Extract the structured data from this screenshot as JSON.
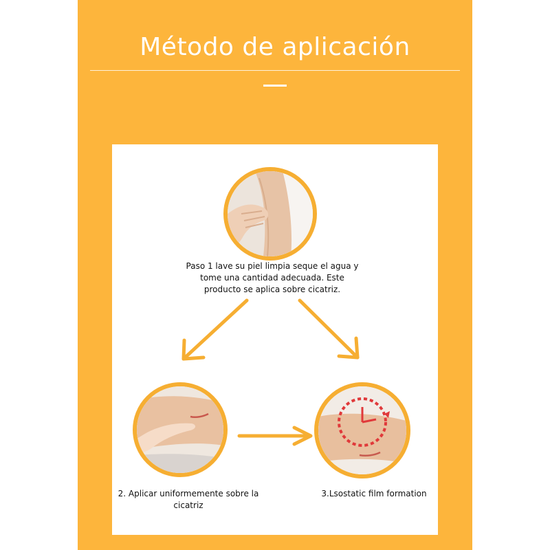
{
  "header": {
    "title": "Método de aplicación"
  },
  "steps": [
    {
      "caption": "Paso 1 lave su piel limpia seque el agua y tome una cantidad adecuada. Este producto se aplica sobre cicatriz.",
      "photo": "hand-washing-arm-photo"
    },
    {
      "caption": "2. Aplicar uniformemente sobre la cicatriz",
      "photo": "finger-applying-gel-photo"
    },
    {
      "caption": "3.Lsostatic film formation",
      "photo": "arm-with-clock-photo"
    }
  ],
  "colors": {
    "panel": "#fdb53c",
    "accent": "#f6ae32",
    "clock": "#e0393a",
    "text": "#111111",
    "title": "#ffffff"
  }
}
